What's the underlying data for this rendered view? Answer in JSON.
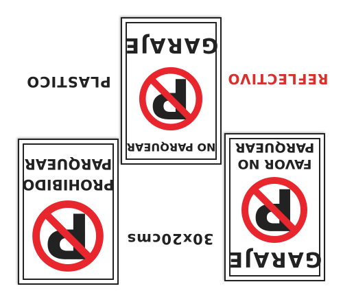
{
  "labels": {
    "material": "PLASTICO",
    "finish": "REFLECTIVO",
    "size": "30x20cms"
  },
  "signs": {
    "top": {
      "line1": "GARAJE",
      "line2": "NO PARQUEAR"
    },
    "left": {
      "line1": "PROHIBIDO",
      "line2": "PARQUEAR"
    },
    "right": {
      "line1": "FAVOR NO",
      "line2": "PARQUEAR",
      "line3": "GARAJE"
    }
  },
  "symbol": {
    "letter": "P"
  },
  "colors": {
    "prohibition_red": "#e8262e",
    "sign_black": "#222222",
    "reflective_label": "#d9302c",
    "background": "#ffffff"
  }
}
